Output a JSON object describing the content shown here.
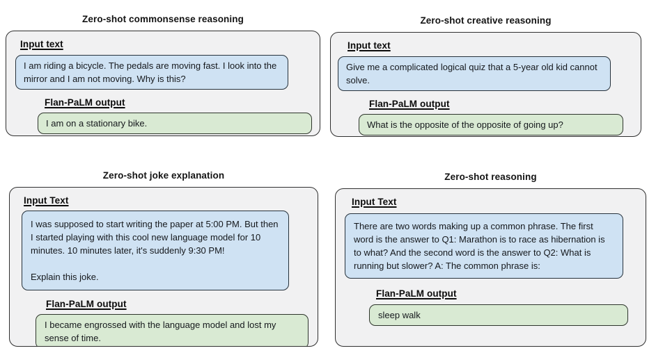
{
  "figure": {
    "colors": {
      "panel_background": "#f1f1f2",
      "panel_border": "#2f2f2f",
      "input_bubble_fill": "#cfe2f3",
      "output_bubble_fill": "#d9ead3",
      "text": "#111111"
    },
    "panels": [
      {
        "title": "Zero-shot commonsense reasoning",
        "input_label": "Input text",
        "input_text": "I am riding a bicycle. The pedals are moving fast. I look into the mirror and I am not moving. Why is this?",
        "output_label": "Flan-PaLM output",
        "output_text": "I am on a stationary bike."
      },
      {
        "title": "Zero-shot creative reasoning",
        "input_label": "Input text",
        "input_text": "Give me a complicated logical quiz that a 5-year old kid cannot solve.",
        "output_label": "Flan-PaLM output",
        "output_text": "What is the opposite of the opposite of going up?"
      },
      {
        "title": "Zero-shot joke explanation",
        "input_label": "Input Text",
        "input_text": "I was supposed to start writing the paper at 5:00 PM. But then I started playing with this cool new language model for 10 minutes. 10 minutes later, it's suddenly 9:30 PM!\n\nExplain this joke.",
        "output_label": "Flan-PaLM output",
        "output_text": "I became engrossed with the language model and lost my sense of time."
      },
      {
        "title": "Zero-shot reasoning",
        "input_label": "Input Text",
        "input_text": "There are two words making up a common phrase. The first word is the answer to Q1: Marathon is to race as hibernation is to what? And the second word is the answer to Q2: What is running but slower? A: The common phrase is:",
        "output_label": "Flan-PaLM output",
        "output_text": "sleep walk"
      }
    ]
  }
}
